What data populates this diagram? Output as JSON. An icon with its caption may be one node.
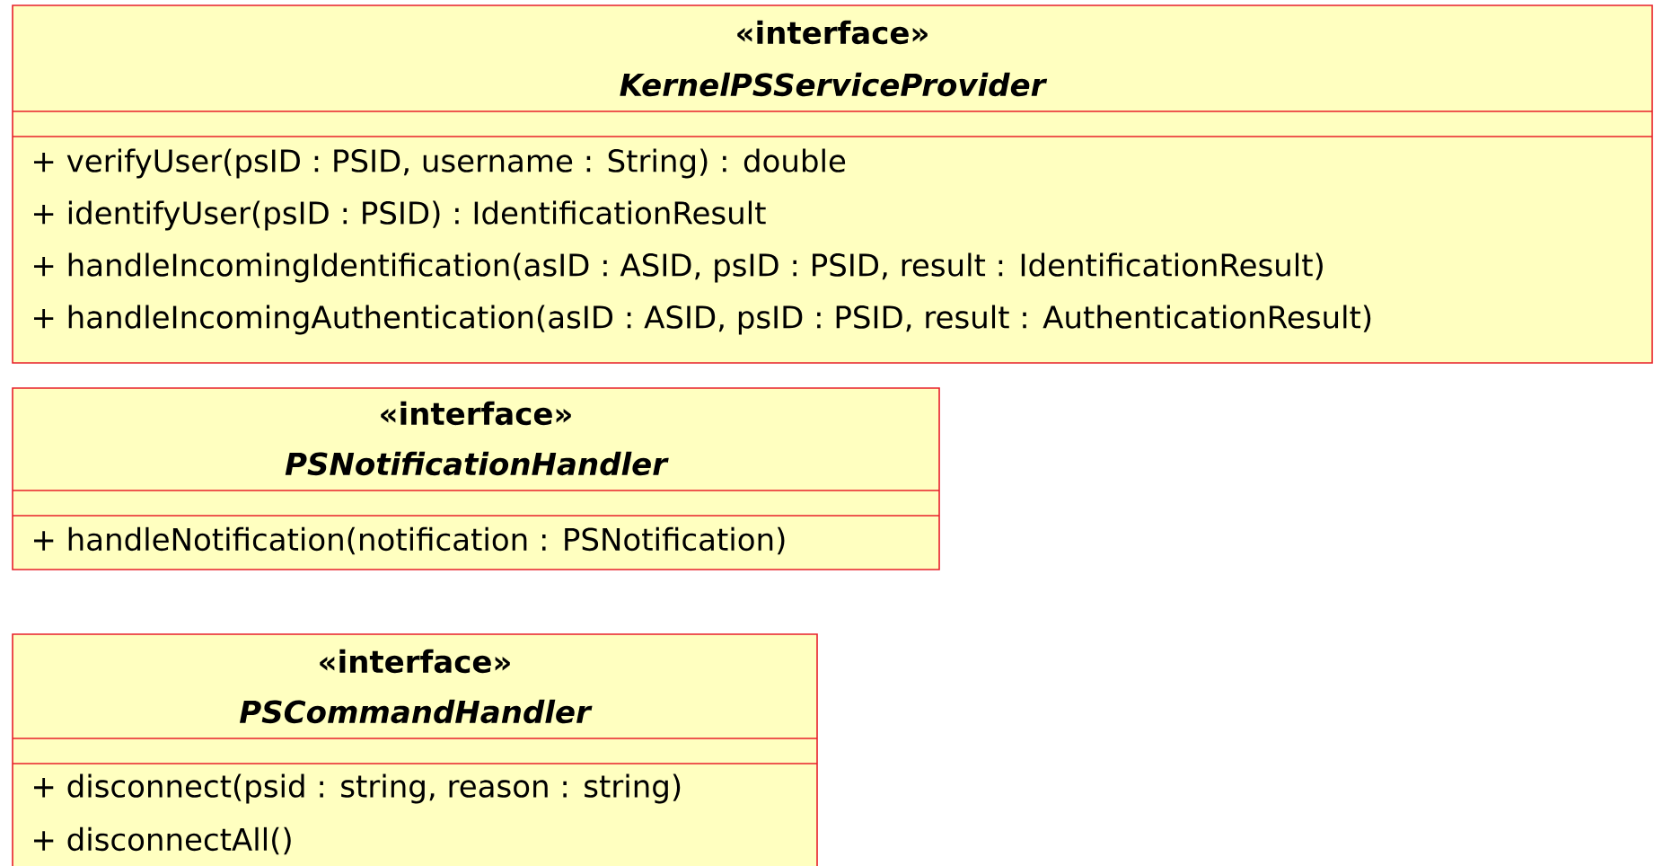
{
  "diagram": {
    "nodes": [
      {
        "text": [
          "«interface»",
          "KernelPSServiceProvider",
          "+ verifyUser(psID : PSID, username : String) : double",
          "+ identifyUser(psID : PSID) : IdentificationResult",
          "+ handleIncomingIdentification(asID : ASID, psID : PSID, result : IdentificationResult)",
          "+ handleIncomingAuthentication(asID : ASID, psID : PSID, result : AuthenticationResult)"
        ]
      },
      {
        "text": [
          "«interface»",
          "PSNotificationHandler",
          "+ handleNotification(notification : PSNotification)"
        ]
      },
      {
        "text": [
          "«interface»",
          "PSCommandHandler",
          "+ disconnect(psid : string, reason : string)",
          "+ disconnectAll()"
        ]
      }
    ]
  }
}
